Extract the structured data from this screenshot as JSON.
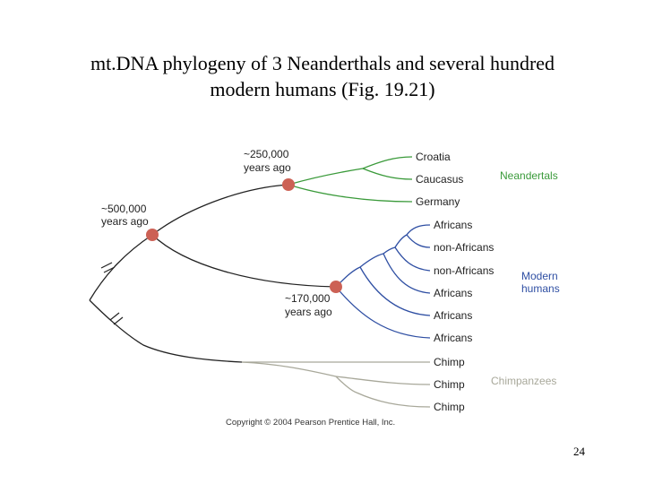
{
  "title": {
    "line1": "mt.DNA phylogeny of 3 Neanderthals and several hundred",
    "line2": "modern humans (Fig. 19.21)"
  },
  "nodes": {
    "root": {
      "line1": "~500,000",
      "line2": "years ago"
    },
    "neanderthal": {
      "line1": "~250,000",
      "line2": "years ago"
    },
    "human": {
      "line1": "~170,000",
      "line2": "years ago"
    }
  },
  "leaves": {
    "neanderthals": [
      "Croatia",
      "Caucasus",
      "Germany"
    ],
    "humans": [
      "Africans",
      "non-Africans",
      "non-Africans",
      "Africans",
      "Africans",
      "Africans"
    ],
    "chimps": [
      "Chimp",
      "Chimp",
      "Chimp"
    ]
  },
  "groups": {
    "neanderthals": "Neandertals",
    "humans_line1": "Modern",
    "humans_line2": "humans",
    "chimps": "Chimpanzees"
  },
  "copyright": "Copyright © 2004 Pearson Prentice Hall, Inc.",
  "slide_number": "24",
  "colors": {
    "neanderthal_branch": "#3a9a3a",
    "human_branch": "#2f4fa3",
    "chimp_branch": "#a8a89a",
    "trunk": "#222222",
    "node": "#cc6155",
    "neanderthal_label": "#3a9a3a",
    "human_label": "#2f4fa3",
    "chimp_label": "#a8a89a"
  }
}
